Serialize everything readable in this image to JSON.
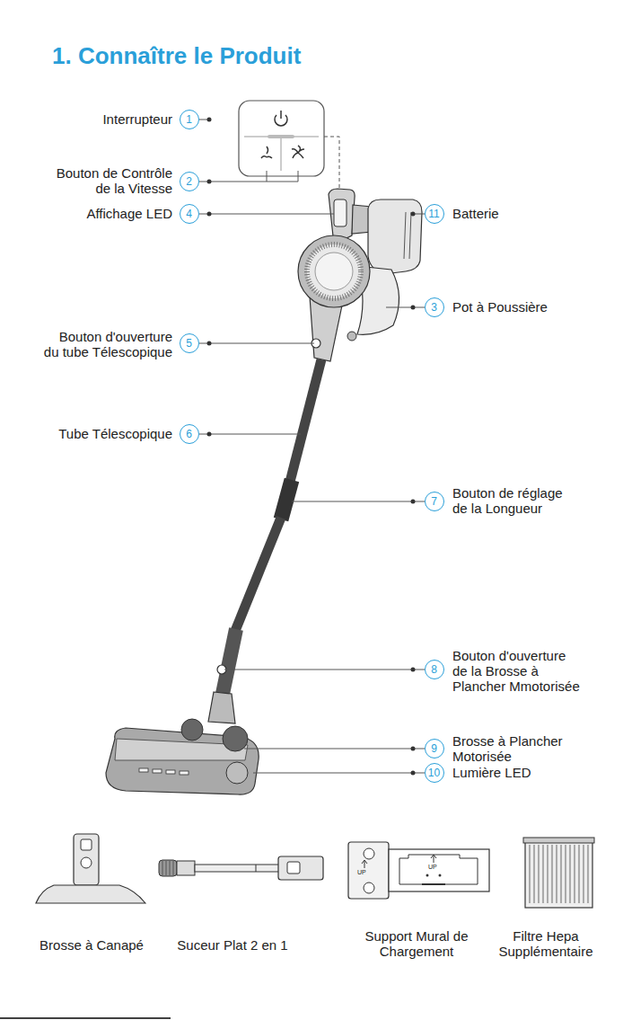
{
  "diagram": {
    "title": "1. Connaître le Produit",
    "nodes": [
      {
        "text": [
          "1"
        ]
      },
      {
        "text": [
          "2"
        ]
      },
      {
        "text": [
          "4"
        ]
      },
      {
        "text": [
          "11"
        ]
      },
      {
        "text": [
          "3"
        ]
      },
      {
        "text": [
          "5"
        ]
      },
      {
        "text": [
          "6"
        ]
      },
      {
        "text": [
          "7"
        ]
      },
      {
        "text": [
          "8"
        ]
      },
      {
        "text": [
          "9"
        ]
      },
      {
        "text": [
          "10"
        ]
      }
    ],
    "labels": [
      "Interrupteur",
      "Bouton de Contrôle de la Vitesse",
      "Affichage LED",
      "Batterie",
      "Pot à Poussière",
      "Bouton d'ouverture du tube Télescopique",
      "Tube Télescopique",
      "Bouton de réglage de la Longueur",
      "Bouton d'ouverture de la Brosse à Plancher Mmotorisée",
      "Brosse à Plancher Motorisée",
      "Lumière LED",
      "UP",
      "UP",
      "Brosse à Canapé",
      "Suceur Plat 2 en 1",
      "Support Mural de Chargement",
      "Filtre Hepa Supplémentaire"
    ]
  }
}
